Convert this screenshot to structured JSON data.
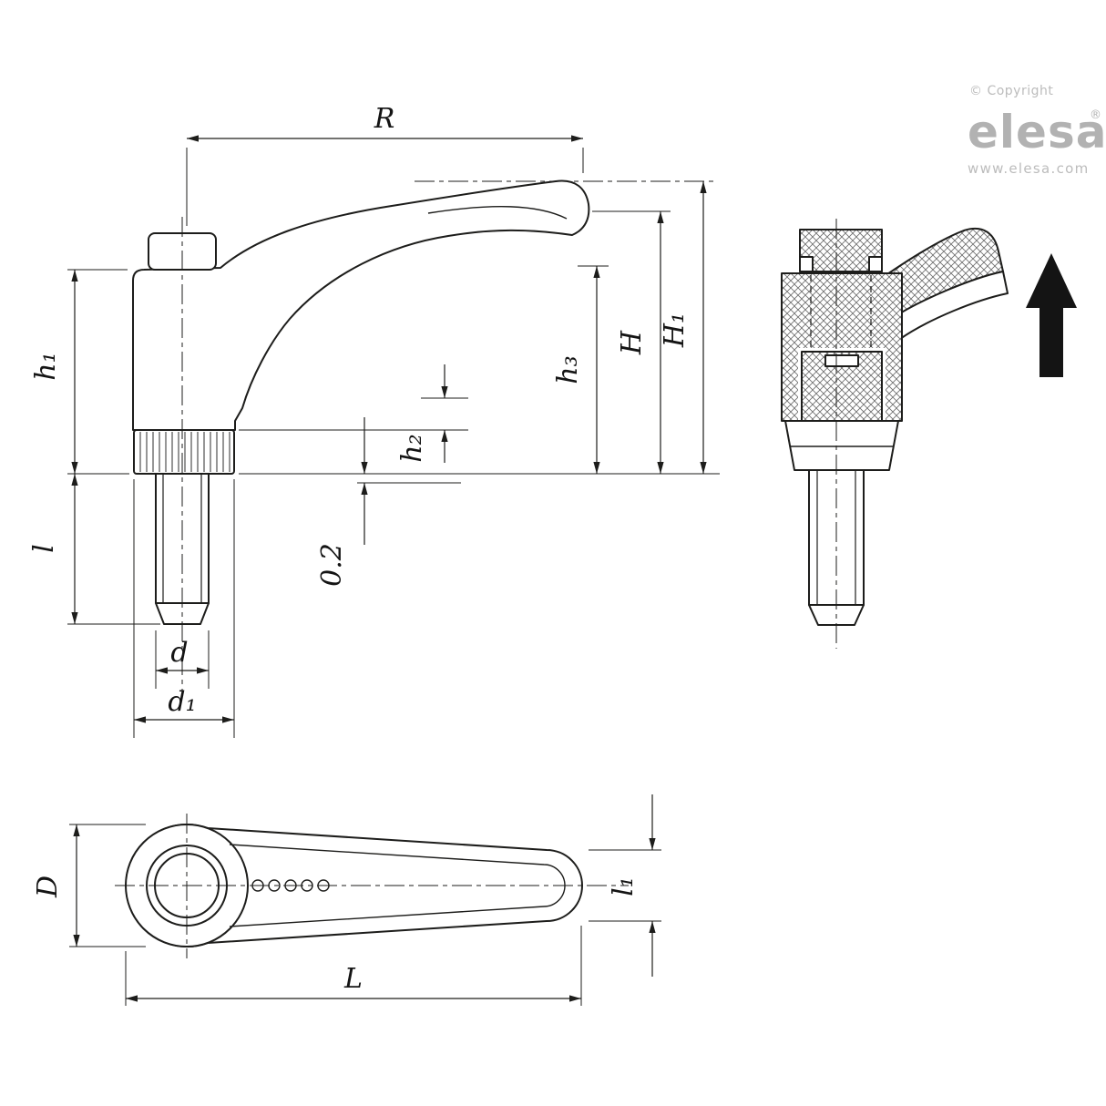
{
  "branding": {
    "copyright": "© Copyright",
    "logo_text": "elesa",
    "registered_mark": "®",
    "website": "www.elesa.com"
  },
  "dimension_labels": {
    "side_view": {
      "R": "R",
      "h1": "h₁",
      "h2": "h₂",
      "h3": "h₃",
      "H": "H",
      "H1": "H₁",
      "l": "l",
      "d": "d",
      "d1": "d₁",
      "clearance": "0.2"
    },
    "top_view": {
      "D": "D",
      "L": "L",
      "l1": "l₁"
    }
  },
  "colors": {
    "line": "#1d1d1b",
    "logo_gray": "#b2b2b2"
  }
}
